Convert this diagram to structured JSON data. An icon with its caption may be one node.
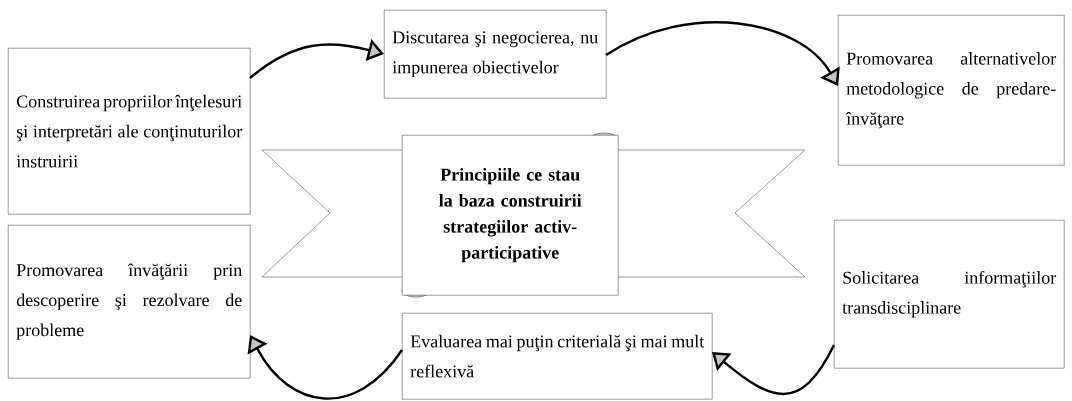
{
  "diagram": {
    "nodes": [
      {
        "text": [
          "Construirea propriilor înţelesuri şi interpretări ale conţinuturilor instruirii"
        ]
      },
      {
        "text": [
          "Discutarea şi negocierea, nu impunerea obiectivelor"
        ]
      },
      {
        "text": [
          "Promovarea alternativelor metodologice de predare-învăţare"
        ]
      },
      {
        "text": [
          "Principiile ce stau la baza construirii strategiilor activ-participative"
        ]
      },
      {
        "text": [
          "Promovarea învăţării prin descoperire şi rezolvare de probleme"
        ]
      },
      {
        "text": [
          "Solicitarea informaţiilor transdisciplinare"
        ]
      },
      {
        "text": [
          "Evaluarea mai puţin criterială şi mai mult reflexivă"
        ]
      }
    ],
    "edges": [
      {
        "from": 0,
        "to": 1,
        "arrow": "to"
      },
      {
        "from": 1,
        "to": 2,
        "arrow": "to"
      },
      {
        "from": 5,
        "to": 6,
        "arrow": "to"
      },
      {
        "from": 6,
        "to": 4,
        "arrow": "to"
      }
    ]
  }
}
